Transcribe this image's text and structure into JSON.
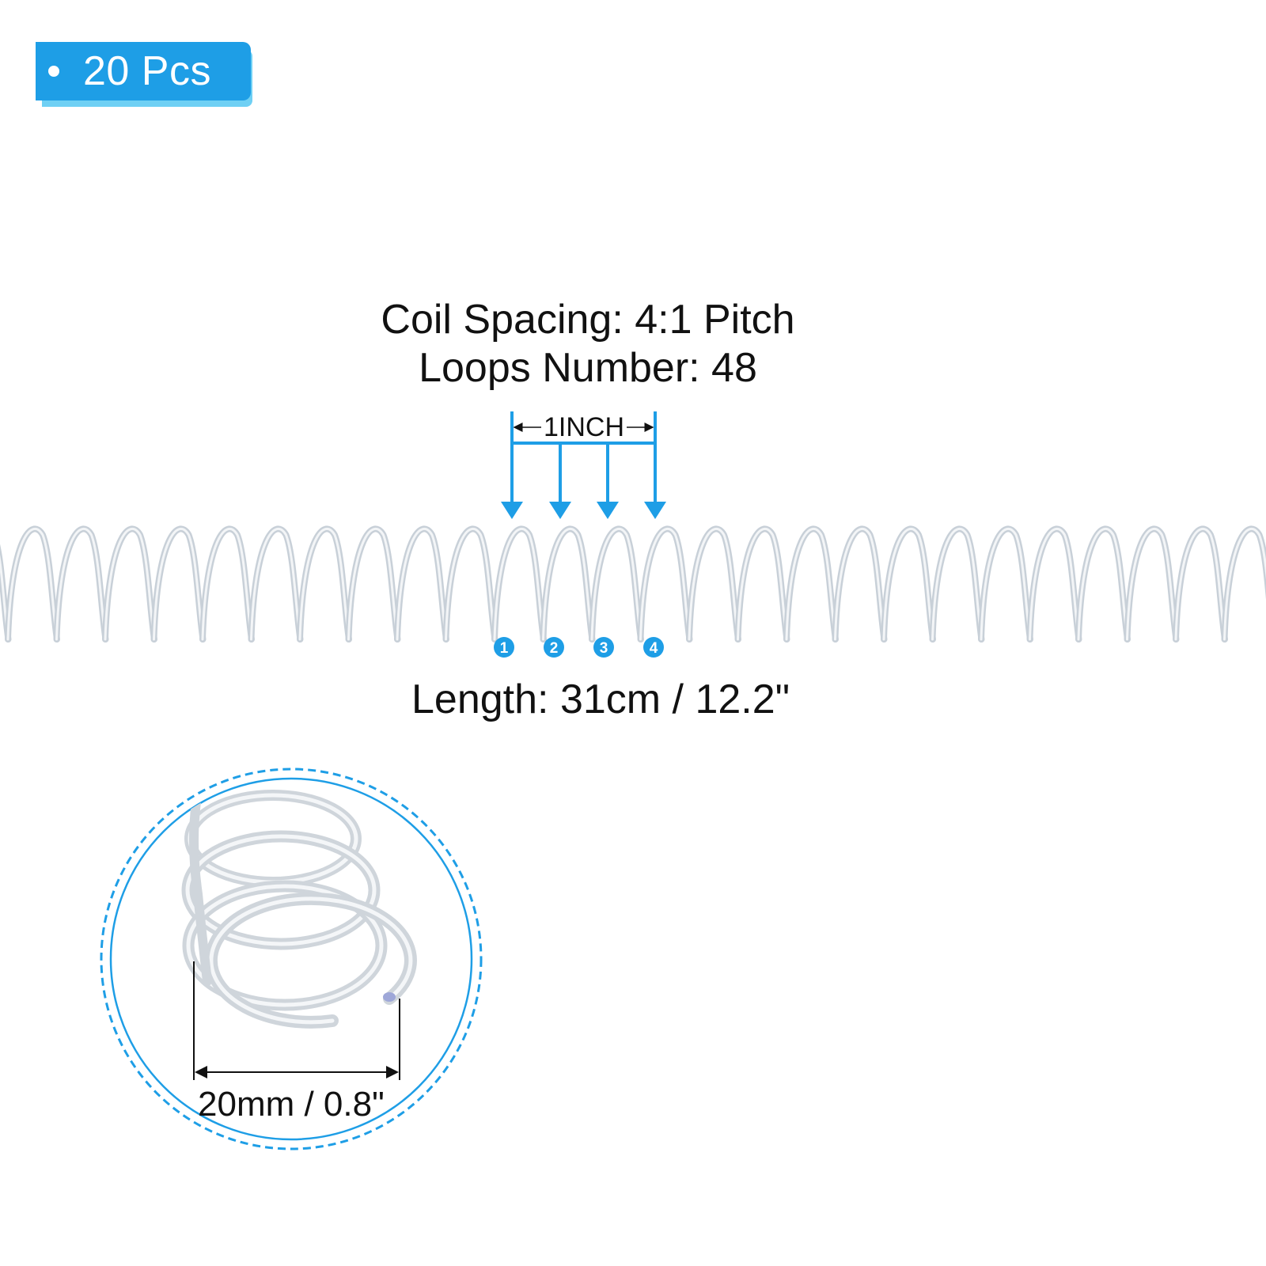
{
  "badge": {
    "text": "20 Pcs"
  },
  "specs": {
    "coil_spacing": "Coil Spacing: 4:1 Pitch",
    "loops_number": "Loops Number: 48",
    "pitch_marker_label": "1INCH",
    "loop_markers": [
      "1",
      "2",
      "3",
      "4"
    ],
    "length": "Length: 31cm / 12.2\"",
    "diameter": "20mm / 0.8\""
  },
  "colors": {
    "accent_blue": "#1e9ee6",
    "badge_shadow": "#6fd0f4",
    "coil": "#c8d0d8",
    "text": "#111111"
  }
}
